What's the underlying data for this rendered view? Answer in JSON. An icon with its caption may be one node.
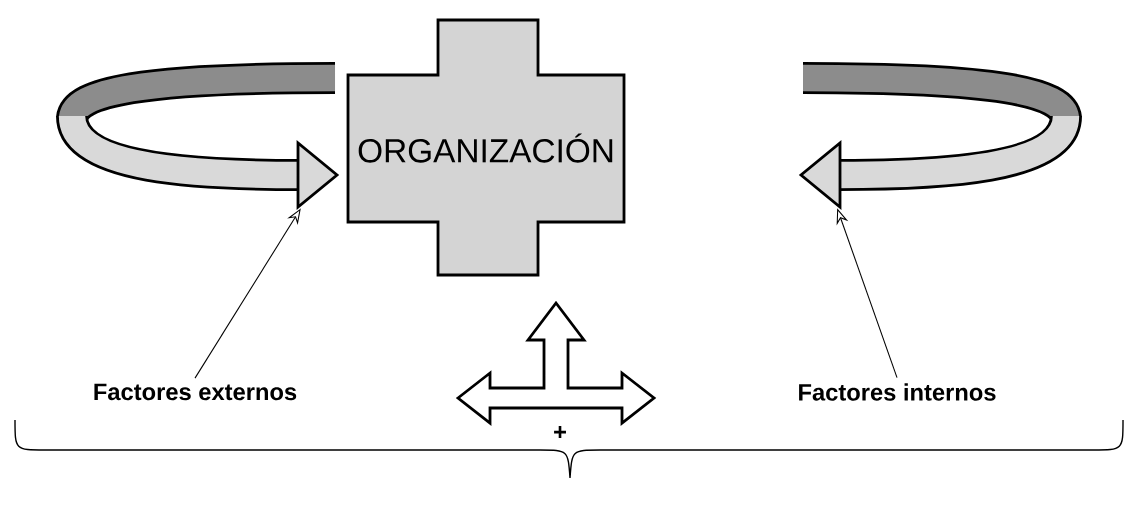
{
  "diagram": {
    "nodes": [
      {
        "text": [],
        "shape": "arrow"
      },
      {
        "text": [
          "ORGANIZACIÓN"
        ]
      },
      {
        "text": [],
        "shape": "arrow"
      },
      {
        "text": [],
        "shape": "arrow"
      },
      {
        "text": [
          "Factores externos"
        ]
      },
      {
        "text": [
          "Factores internos"
        ]
      }
    ],
    "edges": [
      {
        "from": 4,
        "to": 0,
        "arrow": "to"
      },
      {
        "from": 5,
        "to": 2,
        "arrow": "to"
      }
    ],
    "labels": [
      "+"
    ]
  }
}
